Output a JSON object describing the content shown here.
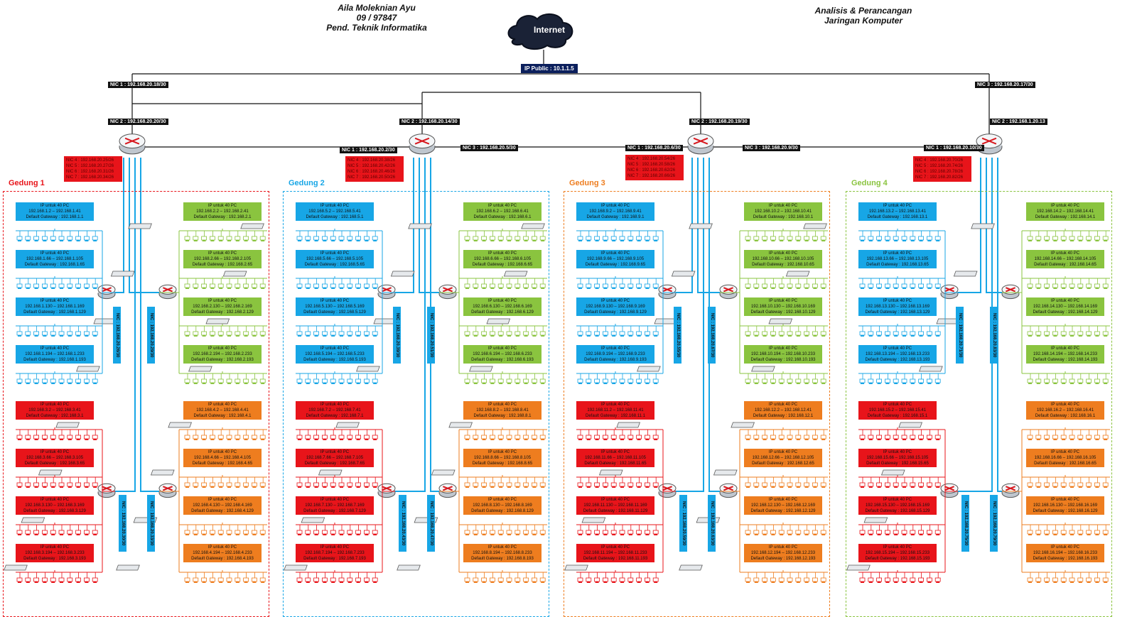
{
  "header": {
    "author_lines": [
      "Aila Moleknian Ayu",
      "09 / 97847",
      "Pend. Teknik Informatika"
    ],
    "course_lines": [
      "Analisis & Perancangan",
      "Jaringan Komputer"
    ]
  },
  "internet": {
    "label": "Internet",
    "ip_public": "IP Public : 10.1.1.5"
  },
  "colors": {
    "blue": "#17a6e6",
    "green": "#8ac43f",
    "red": "#e8141a",
    "orange": "#ee7d1f",
    "black": "#111111",
    "navy": "#0b1f5c"
  },
  "top_nics": {
    "nic1": "NIC 1 : 192.168.20.18/30",
    "nic3": "NIC 3 : 192.168.20.17/30"
  },
  "router_nics": [
    "NIC 2 : 192.168.20.20/30",
    "NIC 2 : 192.168.20.14/30",
    "NIC 2 : 192.168.20.19/30",
    "NIC 2 : 192.168.1.20.13"
  ],
  "link_nics": [
    "NIC 1 : 192.168.20.2/30",
    "NIC 3 : 192.168.20.5/30",
    "NIC 1 : 192.168.20.6/30",
    "NIC 3 : 192.168.20.9/30",
    "NIC 1 : 192.168.20.10/30"
  ],
  "red_lists": [
    [
      "NIC 4 : 192.168.20.25/26",
      "NIC 5 : 192.168.20.27/26",
      "NIC 6 : 192.168.20.31/26",
      "NIC 7 : 192.168.20.34/26"
    ],
    [
      "NIC 4 : 192.168.20.38/26",
      "NIC 5 : 192.168.20.42/26",
      "NIC 6 : 192.168.20.46/26",
      "NIC 7 : 192.168.20.50/26"
    ],
    [
      "NIC 4 : 192.168.20.54/26",
      "NIC 5 : 192.168.20.58/26",
      "NIC 6 : 192.168.20.62/26",
      "NIC 7 : 192.168.20.66/26"
    ],
    [
      "NIC 4 : 192.168.20.70/26",
      "NIC 5 : 192.168.20.74/26",
      "NIC 6 : 192.168.20.78/26",
      "NIC 7 : 192.168.20.82/26"
    ]
  ],
  "buildings": [
    {
      "name": "Gedung 1",
      "color": "#e8141a",
      "boxes": [
        [
          "IP  untuk 40 PC",
          "192.168.1.2 – 192.168.1.41",
          "Default Gateway : 192.168.1.1"
        ],
        [
          "IP  untuk 40 PC",
          "192.168.2.2 – 192.168.2.41",
          "Default Gateway : 192.168.2.1"
        ],
        [
          "IP  untuk 40 PC",
          "192.168.1.66 – 192.168.1.105",
          "Default Gateway : 192.168.1.65"
        ],
        [
          "IP  untuk 40 PC",
          "192.168.2.66 – 192.168.2.105",
          "Default Gateway : 192.168.2.65"
        ],
        [
          "IP  untuk 40 PC",
          "192.168.1.130 – 192.168.1.169",
          "Default Gateway : 192.168.1.129"
        ],
        [
          "IP  untuk 40 PC",
          "192.168.2.130 – 192.168.2.169",
          "Default Gateway : 192.168.2.129"
        ],
        [
          "IP  untuk 40 PC",
          "192.168.1.194 – 192.168.1.233",
          "Default Gateway : 192.168.1.193"
        ],
        [
          "IP  untuk 40 PC",
          "192.168.2.194 – 192.168.2.233",
          "Default Gateway : 192.168.2.193"
        ],
        [
          "IP  untuk 40 PC",
          "192.168.3.2 – 192.168.3.41",
          "Default Gateway : 192.168.3.1"
        ],
        [
          "IP  untuk 40 PC",
          "192.168.4.2 – 192.168.4.41",
          "Default Gateway : 192.168.4.1"
        ],
        [
          "IP  untuk 40 PC",
          "192.168.3.66 – 192.168.3.105",
          "Default Gateway : 192.168.3.65"
        ],
        [
          "IP  untuk 40 PC",
          "192.168.4.66 – 192.168.4.105",
          "Default Gateway : 192.168.4.65"
        ],
        [
          "IP  untuk 40 PC",
          "192.168.3.130 – 192.168.3.169",
          "Default Gateway : 192.168.3.129"
        ],
        [
          "IP  untuk 40 PC",
          "192.168.4.130 – 192.168.4.169",
          "Default Gateway : 192.168.4.129"
        ],
        [
          "IP  untuk 40 PC",
          "192.168.3.194 – 192.168.3.233",
          "Default Gateway : 192.168.3.193"
        ],
        [
          "IP  untuk 40 PC",
          "192.168.4.194 – 192.168.4.233",
          "Default Gateway : 192.168.4.193"
        ]
      ],
      "vnics": [
        "NIC : 192.168.20.26/30",
        "NIC : 192.168.20.29/30",
        "NIC : 192.168.20.30/30",
        "NIC : 192.168.20.33/30"
      ]
    },
    {
      "name": "Gedung 2",
      "color": "#17a6e6",
      "boxes": [
        [
          "IP  untuk 40 PC",
          "192.168.5.2 – 192.168.5.41",
          "Default Gateway : 192.168.5.1"
        ],
        [
          "IP  untuk 40 PC",
          "192.168.6.2 – 192.168.6.41",
          "Default Gateway : 192.168.6.1"
        ],
        [
          "IP  untuk 40 PC",
          "192.168.5.66 – 192.168.5.105",
          "Default Gateway : 192.168.5.65"
        ],
        [
          "IP  untuk 40 PC",
          "192.168.6.66 – 192.168.6.105",
          "Default Gateway : 192.168.6.65"
        ],
        [
          "IP  untuk 40 PC",
          "192.168.5.130 – 192.168.5.169",
          "Default Gateway : 192.168.5.129"
        ],
        [
          "IP  untuk 40 PC",
          "192.168.6.130 – 192.168.6.169",
          "Default Gateway : 192.168.6.129"
        ],
        [
          "IP  untuk 40 PC",
          "192.168.5.194 – 192.168.5.233",
          "Default Gateway : 192.168.5.193"
        ],
        [
          "IP  untuk 40 PC",
          "192.168.6.194 – 192.168.6.233",
          "Default Gateway : 192.168.6.193"
        ],
        [
          "IP  untuk 40 PC",
          "192.168.7.2 – 192.168.7.41",
          "Default Gateway : 192.168.7.1"
        ],
        [
          "IP  untuk 40 PC",
          "192.168.8.2 – 192.168.8.41",
          "Default Gateway : 192.168.8.1"
        ],
        [
          "IP  untuk 40 PC",
          "192.168.7.66 – 192.168.7.105",
          "Default Gateway : 192.168.7.65"
        ],
        [
          "IP  untuk 40 PC",
          "192.168.8.66 – 192.168.8.105",
          "Default Gateway : 192.168.8.65"
        ],
        [
          "IP  untuk 40 PC",
          "192.168.7.130 – 192.168.7.169",
          "Default Gateway : 192.168.7.129"
        ],
        [
          "IP  untuk 40 PC",
          "192.168.8.130 – 192.168.8.169",
          "Default Gateway : 192.168.8.129"
        ],
        [
          "IP  untuk 40 PC",
          "192.168.7.194 – 192.168.7.233",
          "Default Gateway : 192.168.7.193"
        ],
        [
          "IP  untuk 40 PC",
          "192.168.8.194 – 192.168.8.233",
          "Default Gateway : 192.168.8.193"
        ]
      ],
      "vnics": [
        "NIC : 192.168.20.39/30",
        "NIC : 192.168.20.51/30",
        "NIC : 192.168.20.43/30",
        "NIC : 192.168.20.47/30"
      ]
    },
    {
      "name": "Gedung 3",
      "color": "#ee7d1f",
      "boxes": [
        [
          "IP  untuk 40 PC",
          "192.168.9.2 – 192.168.9.41",
          "Default Gateway : 192.168.9.1"
        ],
        [
          "IP  untuk 40 PC",
          "192.168.10.2 – 192.168.10.41",
          "Default Gateway : 192.168.10.1"
        ],
        [
          "IP  untuk 40 PC",
          "192.168.9.66 – 192.168.9.105",
          "Default Gateway : 192.168.9.65"
        ],
        [
          "IP  untuk 40 PC",
          "192.168.10.66 – 192.168.10.105",
          "Default Gateway : 192.168.10.65"
        ],
        [
          "IP  untuk 40 PC",
          "192.168.9.130 – 192.168.9.169",
          "Default Gateway : 192.168.9.129"
        ],
        [
          "IP  untuk 40 PC",
          "192.168.10.130 – 192.168.10.169",
          "Default Gateway : 192.168.10.129"
        ],
        [
          "IP  untuk 40 PC",
          "192.168.9.194 – 192.168.9.233",
          "Default Gateway : 192.168.9.193"
        ],
        [
          "IP  untuk 40 PC",
          "192.168.10.194 – 192.168.10.233",
          "Default Gateway : 192.168.10.193"
        ],
        [
          "IP  untuk 40 PC",
          "192.168.11.2 – 192.168.11.41",
          "Default Gateway : 192.168.11.1"
        ],
        [
          "IP  untuk 40 PC",
          "192.168.12.2 – 192.168.12.41",
          "Default Gateway : 192.168.12.1"
        ],
        [
          "IP  untuk 40 PC",
          "192.168.11.66 – 192.168.11.105",
          "Default Gateway : 192.168.11.65"
        ],
        [
          "IP  untuk 40 PC",
          "192.168.12.66 – 192.168.12.105",
          "Default Gateway : 192.168.12.65"
        ],
        [
          "IP  untuk 40 PC",
          "192.168.11.130 – 192.168.11.169",
          "Default Gateway : 192.168.11.129"
        ],
        [
          "IP  untuk 40 PC",
          "192.168.12.130 – 192.168.12.169",
          "Default Gateway : 192.168.12.129"
        ],
        [
          "IP  untuk 40 PC",
          "192.168.11.194 – 192.168.11.233",
          "Default Gateway : 192.168.11.193"
        ],
        [
          "IP  untuk 40 PC",
          "192.168.12.194 – 192.168.12.233",
          "Default Gateway : 192.168.12.193"
        ]
      ],
      "vnics": [
        "NIC : 192.168.20.55/30",
        "NIC : 192.168.20.67/30",
        "NIC : 192.168.20.59/30",
        "NIC : 192.168.20.63/30"
      ]
    },
    {
      "name": "Gedung 4",
      "color": "#8ac43f",
      "boxes": [
        [
          "IP  untuk 40 PC",
          "192.168.13.2 – 192.168.13.41",
          "Default Gateway : 192.168.13.1"
        ],
        [
          "IP  untuk 40 PC",
          "192.168.14.2 – 192.168.14.41",
          "Default Gateway : 192.168.14.1"
        ],
        [
          "IP  untuk 40 PC",
          "192.168.13.66 – 192.168.13.105",
          "Default Gateway : 192.168.13.65"
        ],
        [
          "IP  untuk 40 PC",
          "192.168.14.66 – 192.168.14.105",
          "Default Gateway : 192.168.14.65"
        ],
        [
          "IP  untuk 40 PC",
          "192.168.13.130 – 192.168.13.169",
          "Default Gateway : 192.168.13.129"
        ],
        [
          "IP  untuk 40 PC",
          "192.168.14.130 – 192.168.14.169",
          "Default Gateway : 192.168.14.129"
        ],
        [
          "IP  untuk 40 PC",
          "192.168.13.194 – 192.168.13.233",
          "Default Gateway : 192.168.13.193"
        ],
        [
          "IP  untuk 40 PC",
          "192.168.14.194 – 192.168.14.233",
          "Default Gateway : 192.168.14.193"
        ],
        [
          "IP  untuk 40 PC",
          "192.168.15.2 – 192.168.15.41",
          "Default Gateway : 192.168.15.1"
        ],
        [
          "IP  untuk 40 PC",
          "192.168.16.2 – 192.168.16.41",
          "Default Gateway : 192.168.16.1"
        ],
        [
          "IP  untuk 40 PC",
          "192.168.15.66 – 192.168.15.105",
          "Default Gateway : 192.168.15.65"
        ],
        [
          "IP  untuk 40 PC",
          "192.168.16.66 – 192.168.16.105",
          "Default Gateway : 192.168.16.65"
        ],
        [
          "IP  untuk 40 PC",
          "192.168.15.130 – 192.168.15.169",
          "Default Gateway : 192.168.15.129"
        ],
        [
          "IP  untuk 40 PC",
          "192.168.16.130 – 192.168.16.169",
          "Default Gateway : 192.168.16.129"
        ],
        [
          "IP  untuk 40 PC",
          "192.168.15.194 – 192.168.15.233",
          "Default Gateway : 192.168.15.193"
        ],
        [
          "IP  untuk 40 PC",
          "192.168.16.194 – 192.168.16.233",
          "Default Gateway : 192.168.16.193"
        ]
      ],
      "vnics": [
        "NIC : 192.168.20.71/30",
        "NIC : 192.168.20.83/30",
        "NIC : 192.168.20.75/30",
        "NIC : 192.168.20.79/30"
      ]
    }
  ]
}
